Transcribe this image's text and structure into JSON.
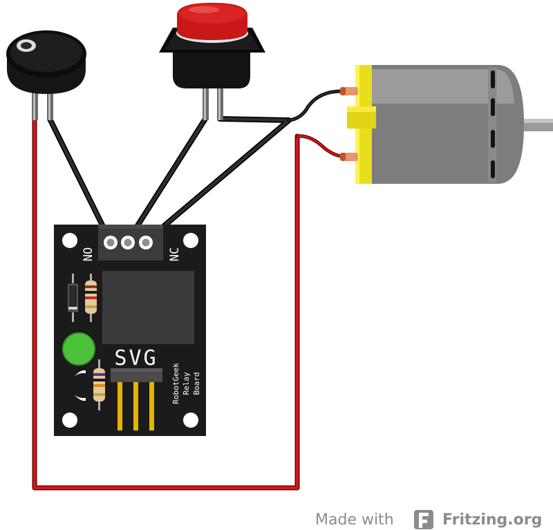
{
  "board": {
    "label_no": "NO",
    "label_nc": "NC",
    "label_svg": "SVG",
    "brand_lines": [
      "RobotGeek",
      "Relay",
      "Board"
    ]
  },
  "credit": {
    "made_with": "Made with",
    "brand": "Fritzing.org"
  },
  "colors": {
    "wire_red": "#cc1414",
    "wire_black": "#1a1a1a",
    "pcb": "#1b1b1b",
    "relay_body": "#3a3a3a",
    "led_green": "#4cc23a",
    "button_cap": "#cc1f1f",
    "motor_body": "#8a8a8a",
    "motor_cap": "#f0e41e",
    "header_pins": "#e6b400",
    "credit_text": "#8c8c8c"
  }
}
